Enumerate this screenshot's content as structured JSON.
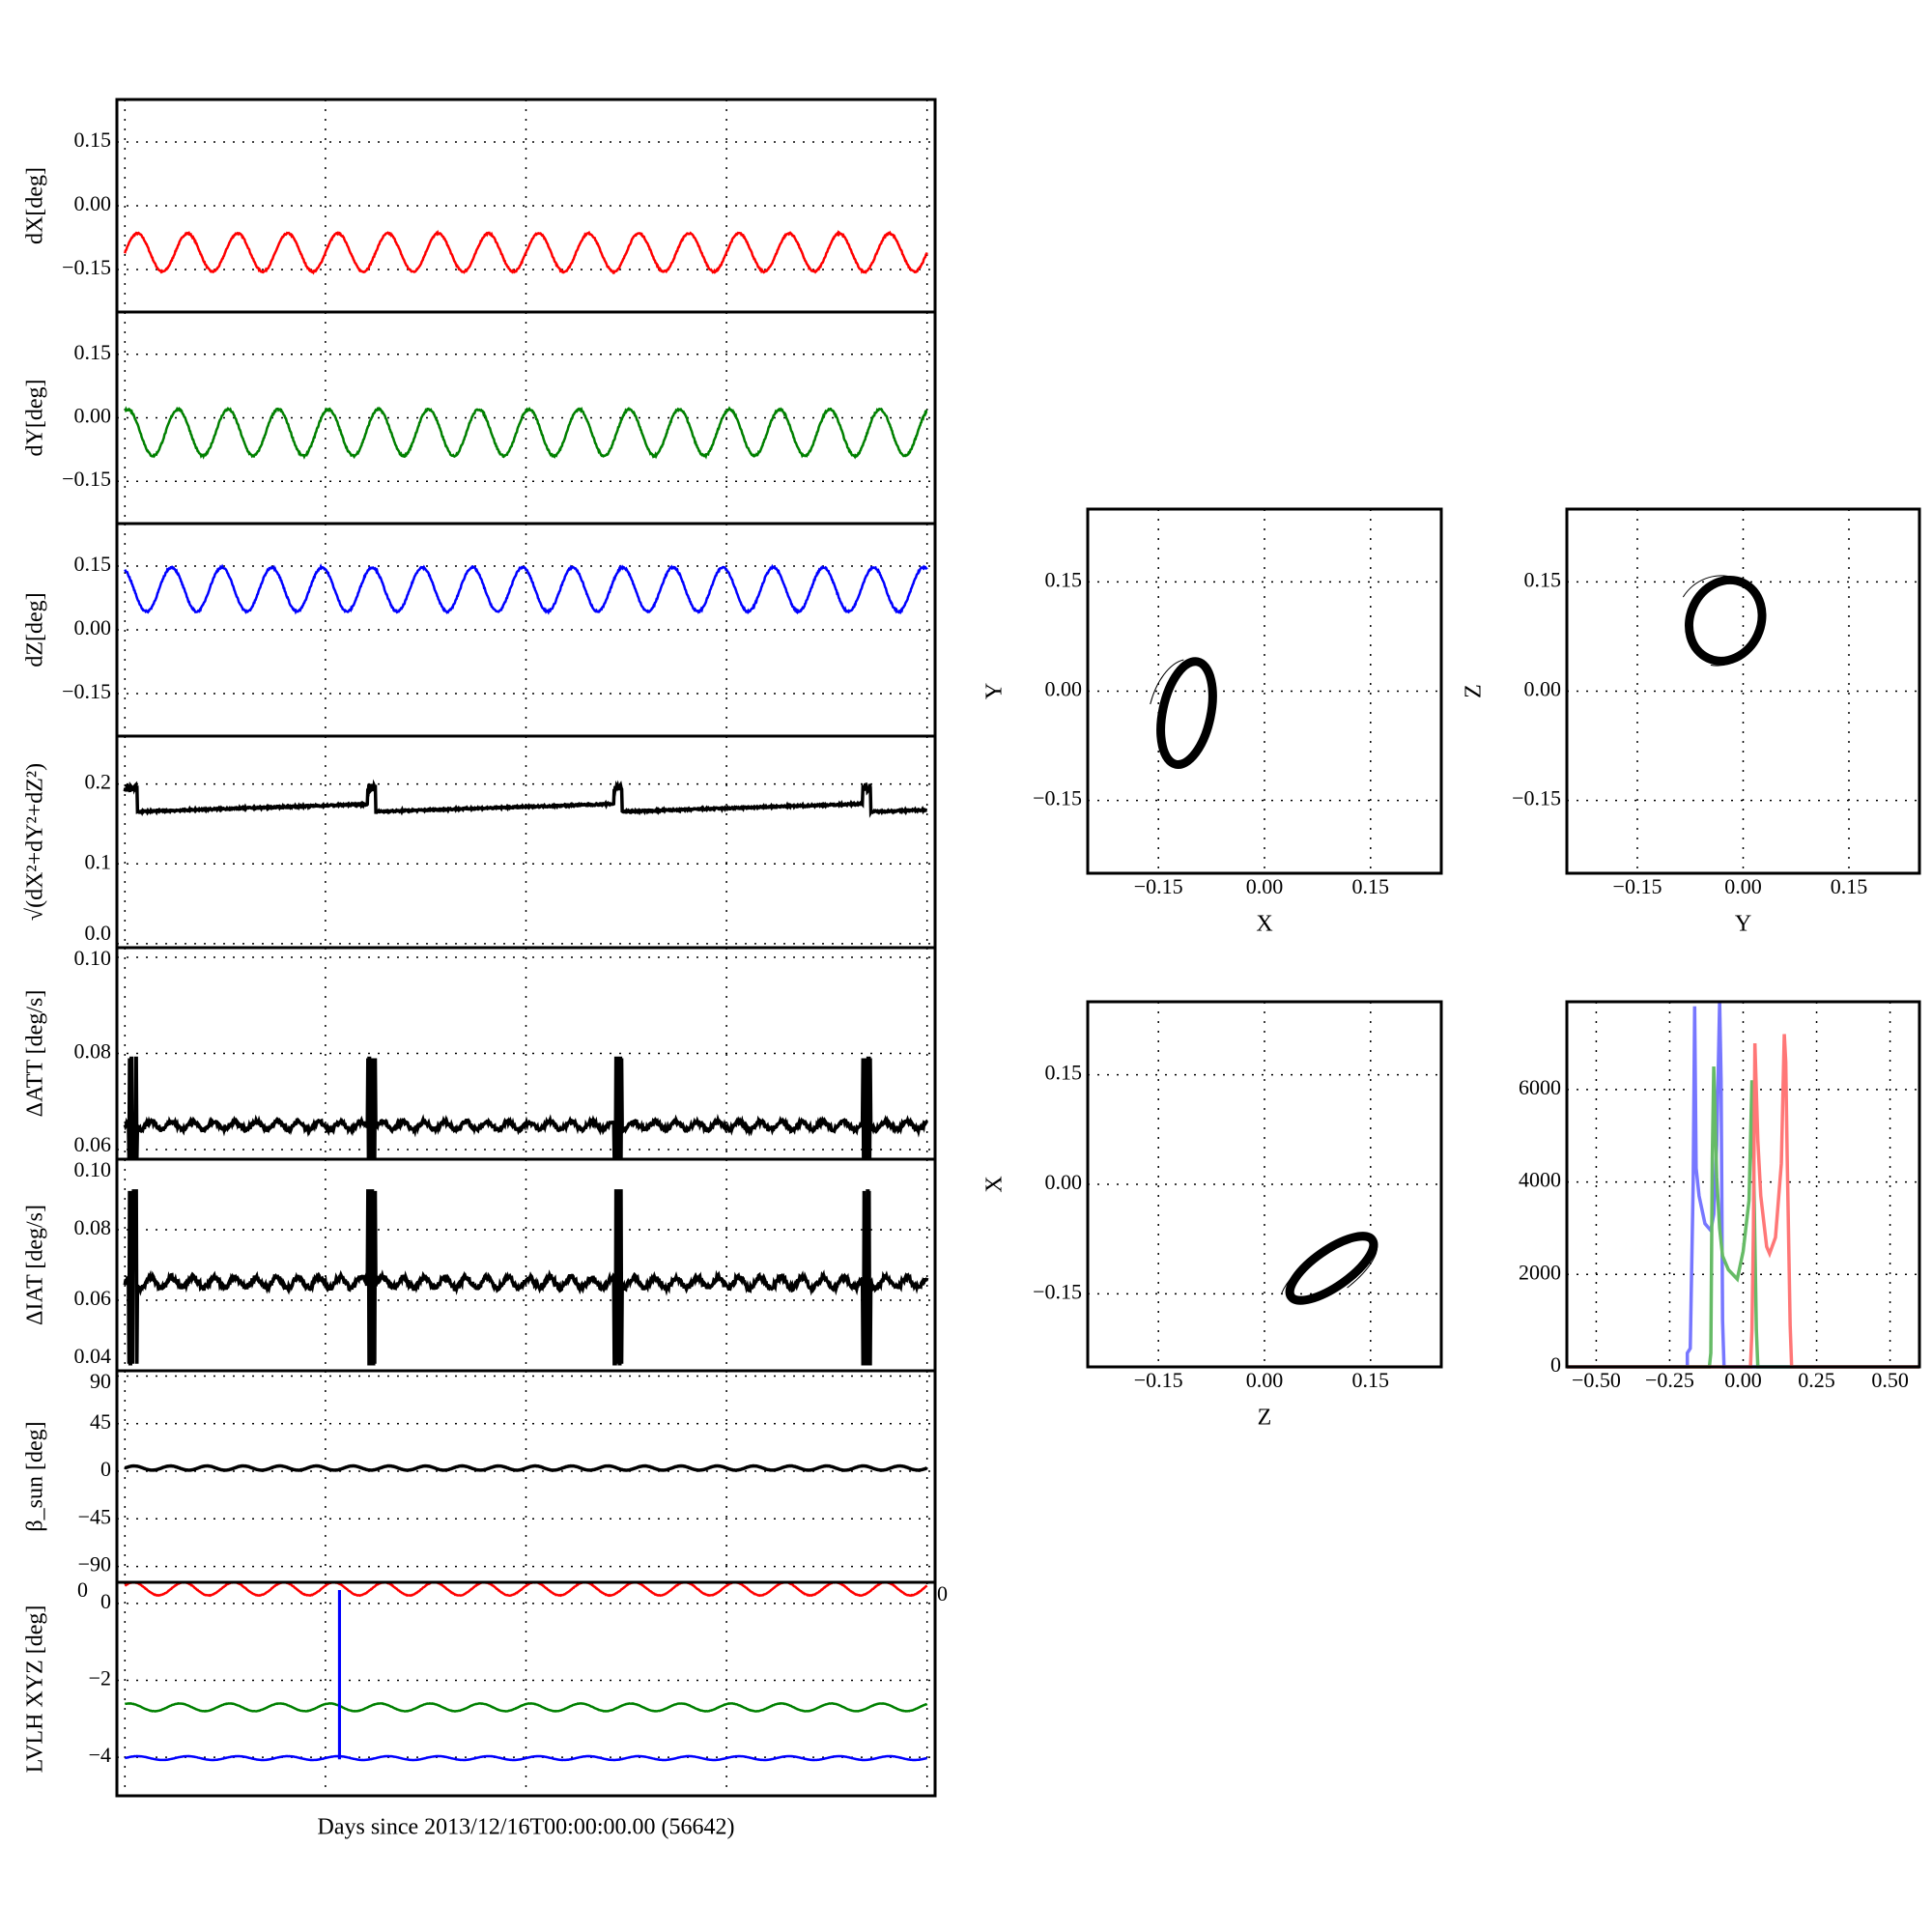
{
  "chart_data": [
    {
      "type": "line",
      "id": "dx",
      "ylabel": "dX[deg]",
      "ylim": [
        -0.25,
        0.25
      ],
      "yticks": [
        "0.15",
        "0.00",
        "−0.15"
      ],
      "ytick_values": [
        0.15,
        0.0,
        -0.15
      ],
      "xlim": [
        -0.04,
        4.04
      ],
      "series": [
        {
          "name": "dX",
          "color": "#ff0000",
          "mean": -0.11,
          "amp": 0.045,
          "cycles": 16,
          "phase": 0.0
        }
      ]
    },
    {
      "type": "line",
      "id": "dy",
      "ylabel": "dY[deg]",
      "ylim": [
        -0.25,
        0.25
      ],
      "yticks": [
        "0.15",
        "0.00",
        "−0.15"
      ],
      "ytick_values": [
        0.15,
        0.0,
        -0.15
      ],
      "xlim": [
        -0.04,
        4.04
      ],
      "series": [
        {
          "name": "dY",
          "color": "#008000",
          "mean": -0.035,
          "amp": 0.055,
          "cycles": 16,
          "phase": 1.2
        }
      ]
    },
    {
      "type": "line",
      "id": "dz",
      "ylabel": "dZ[deg]",
      "ylim": [
        -0.25,
        0.25
      ],
      "yticks": [
        "0.15",
        "0.00",
        "−0.15"
      ],
      "ytick_values": [
        0.15,
        0.0,
        -0.15
      ],
      "xlim": [
        -0.04,
        4.04
      ],
      "series": [
        {
          "name": "dZ",
          "color": "#0000ff",
          "mean": 0.095,
          "amp": 0.052,
          "cycles": 16,
          "phase": 2.0
        }
      ]
    },
    {
      "type": "line",
      "id": "norm",
      "ylabel": "√(dX²+dY²+dZ²)",
      "ylim": [
        -0.005,
        0.26
      ],
      "yticks": [
        "0.2",
        "0.1",
        "0.0"
      ],
      "ytick_values": [
        0.2,
        0.1,
        0.0
      ],
      "xlim": [
        -0.04,
        4.04
      ],
      "events": [
        0.02,
        1.21,
        2.44,
        3.68
      ],
      "series": [
        {
          "name": "norm",
          "color": "#000000",
          "base": 0.165,
          "drift": 0.01,
          "spike": 0.2
        }
      ]
    },
    {
      "type": "line",
      "id": "datt",
      "ylabel": "ΔATT [deg/s]",
      "ylim": [
        0.058,
        0.102
      ],
      "yticks": [
        "0.10",
        "0.08",
        "0.06"
      ],
      "ytick_values": [
        0.1,
        0.08,
        0.06
      ],
      "xlim": [
        -0.04,
        4.04
      ],
      "events": [
        0.02,
        1.21,
        2.44,
        3.68
      ],
      "series": [
        {
          "name": "ΔATT",
          "color": "#000000",
          "base": 0.065,
          "noise": 0.0008,
          "spike_hi": 0.079,
          "spike_lo": 0.058
        }
      ]
    },
    {
      "type": "line",
      "id": "diat",
      "ylabel": "ΔIAT [deg/s]",
      "ylim": [
        0.04,
        0.1
      ],
      "yticks": [
        "0.10",
        "0.08",
        "0.06",
        "0.04"
      ],
      "ytick_values": [
        0.1,
        0.08,
        0.06,
        0.04
      ],
      "xlim": [
        -0.04,
        4.04
      ],
      "events": [
        0.02,
        1.21,
        2.44,
        3.68
      ],
      "series": [
        {
          "name": "ΔIAT",
          "color": "#000000",
          "base": 0.065,
          "noise": 0.0015,
          "spike_hi": 0.091,
          "spike_lo": 0.042
        }
      ]
    },
    {
      "type": "line",
      "id": "beta",
      "ylabel": "β_sun [deg]",
      "ylim": [
        -105,
        95
      ],
      "yticks": [
        "90",
        "45",
        "0",
        "−45",
        "−90"
      ],
      "ytick_values": [
        90,
        45,
        0,
        -45,
        -90
      ],
      "xlim": [
        -0.04,
        4.04
      ],
      "series": [
        {
          "name": "beta",
          "color": "#000000",
          "mean": 3,
          "amp": 2,
          "cycles": 22,
          "phase": 0.0
        }
      ]
    },
    {
      "type": "line",
      "id": "lvlh",
      "ylabel": "LVLH XYZ [deg]",
      "ylim": [
        -5,
        0.55
      ],
      "yticks": [
        "0",
        "−2",
        "−4"
      ],
      "ytick_values": [
        0,
        -2,
        -4
      ],
      "extra_ticks": [
        "0",
        "0"
      ],
      "xlim": [
        -0.04,
        4.04
      ],
      "jump_day": 1.07,
      "series": [
        {
          "name": "X",
          "color": "#ff0000",
          "mean": 0.38,
          "amp": 0.17,
          "cycles": 16,
          "phase": 0.5
        },
        {
          "name": "Y",
          "color": "#008000",
          "mean": -2.7,
          "amp": 0.1,
          "cycles": 16,
          "phase": 1.0
        },
        {
          "name": "Z",
          "color": "#0000ff",
          "mean": -4.02,
          "amp": 0.05,
          "cycles": 16,
          "phase": 0.0
        }
      ]
    }
  ],
  "xlabel": "Days since 2013/12/16T00:00:00.00 (56642)",
  "xgrid_days": [
    0,
    1,
    2,
    3,
    4
  ],
  "scatter": [
    {
      "type": "scatter",
      "id": "xy",
      "xlabel": "X",
      "ylabel": "Y",
      "lim": [
        -0.25,
        0.25
      ],
      "ticks": [
        "−0.15",
        "0.00",
        "0.15"
      ],
      "tick_values": [
        -0.15,
        0,
        0.15
      ],
      "center": [
        -0.11,
        -0.03
      ],
      "radii": [
        0.034,
        0.072
      ],
      "tilt_deg": 12
    },
    {
      "type": "scatter",
      "id": "yz",
      "xlabel": "Y",
      "ylabel": "Z",
      "lim": [
        -0.25,
        0.25
      ],
      "ticks": [
        "−0.15",
        "0.00",
        "0.15"
      ],
      "tick_values": [
        -0.15,
        0,
        0.15
      ],
      "center": [
        -0.025,
        0.097
      ],
      "radii": [
        0.05,
        0.057
      ],
      "tilt_deg": 25
    },
    {
      "type": "scatter",
      "id": "zx",
      "xlabel": "Z",
      "ylabel": "X",
      "lim": [
        -0.25,
        0.25
      ],
      "ticks": [
        "−0.15",
        "0.00",
        "0.15"
      ],
      "tick_values": [
        -0.15,
        0,
        0.15
      ],
      "center": [
        0.095,
        -0.115
      ],
      "radii": [
        0.07,
        0.025
      ],
      "tilt_deg": -35
    }
  ],
  "histogram": {
    "type": "area",
    "xlim": [
      -0.6,
      0.6
    ],
    "ylim": [
      0,
      7900
    ],
    "xticks": [
      "−0.50",
      "−0.25",
      "0.00",
      "0.25",
      "0.50"
    ],
    "xtick_values": [
      -0.5,
      -0.25,
      0,
      0.25,
      0.5
    ],
    "yticks": [
      "6000",
      "4000",
      "2000",
      "0"
    ],
    "ytick_values": [
      6000,
      4000,
      2000,
      0
    ],
    "series": [
      {
        "name": "dZ",
        "color": "#7777ff",
        "x": [
          -0.6,
          -0.19,
          -0.19,
          -0.18,
          -0.17,
          -0.165,
          -0.16,
          -0.15,
          -0.13,
          -0.11,
          -0.1,
          -0.09,
          -0.08,
          -0.075,
          -0.07,
          -0.065,
          -0.06,
          0.6
        ],
        "y": [
          0,
          0,
          300,
          400,
          4000,
          7800,
          4300,
          3700,
          3100,
          2950,
          3300,
          4800,
          7900,
          6200,
          1000,
          0,
          0,
          0
        ]
      },
      {
        "name": "dY",
        "color": "#66bb66",
        "x": [
          -0.6,
          -0.115,
          -0.11,
          -0.105,
          -0.1,
          -0.09,
          -0.08,
          -0.07,
          -0.05,
          -0.02,
          0.0,
          0.02,
          0.03,
          0.035,
          0.045,
          0.05,
          0.6
        ],
        "y": [
          0,
          0,
          300,
          4500,
          6500,
          4100,
          3000,
          2400,
          2100,
          1900,
          2500,
          3600,
          6200,
          4600,
          800,
          0,
          0
        ]
      },
      {
        "name": "dX",
        "color": "#ff7777",
        "x": [
          -0.6,
          0.025,
          0.03,
          0.035,
          0.04,
          0.05,
          0.06,
          0.08,
          0.09,
          0.11,
          0.13,
          0.14,
          0.145,
          0.15,
          0.16,
          0.165,
          0.6
        ],
        "y": [
          0,
          0,
          800,
          3000,
          7000,
          4900,
          3700,
          2600,
          2450,
          2800,
          4400,
          7200,
          6600,
          4500,
          900,
          0,
          0
        ]
      }
    ]
  }
}
